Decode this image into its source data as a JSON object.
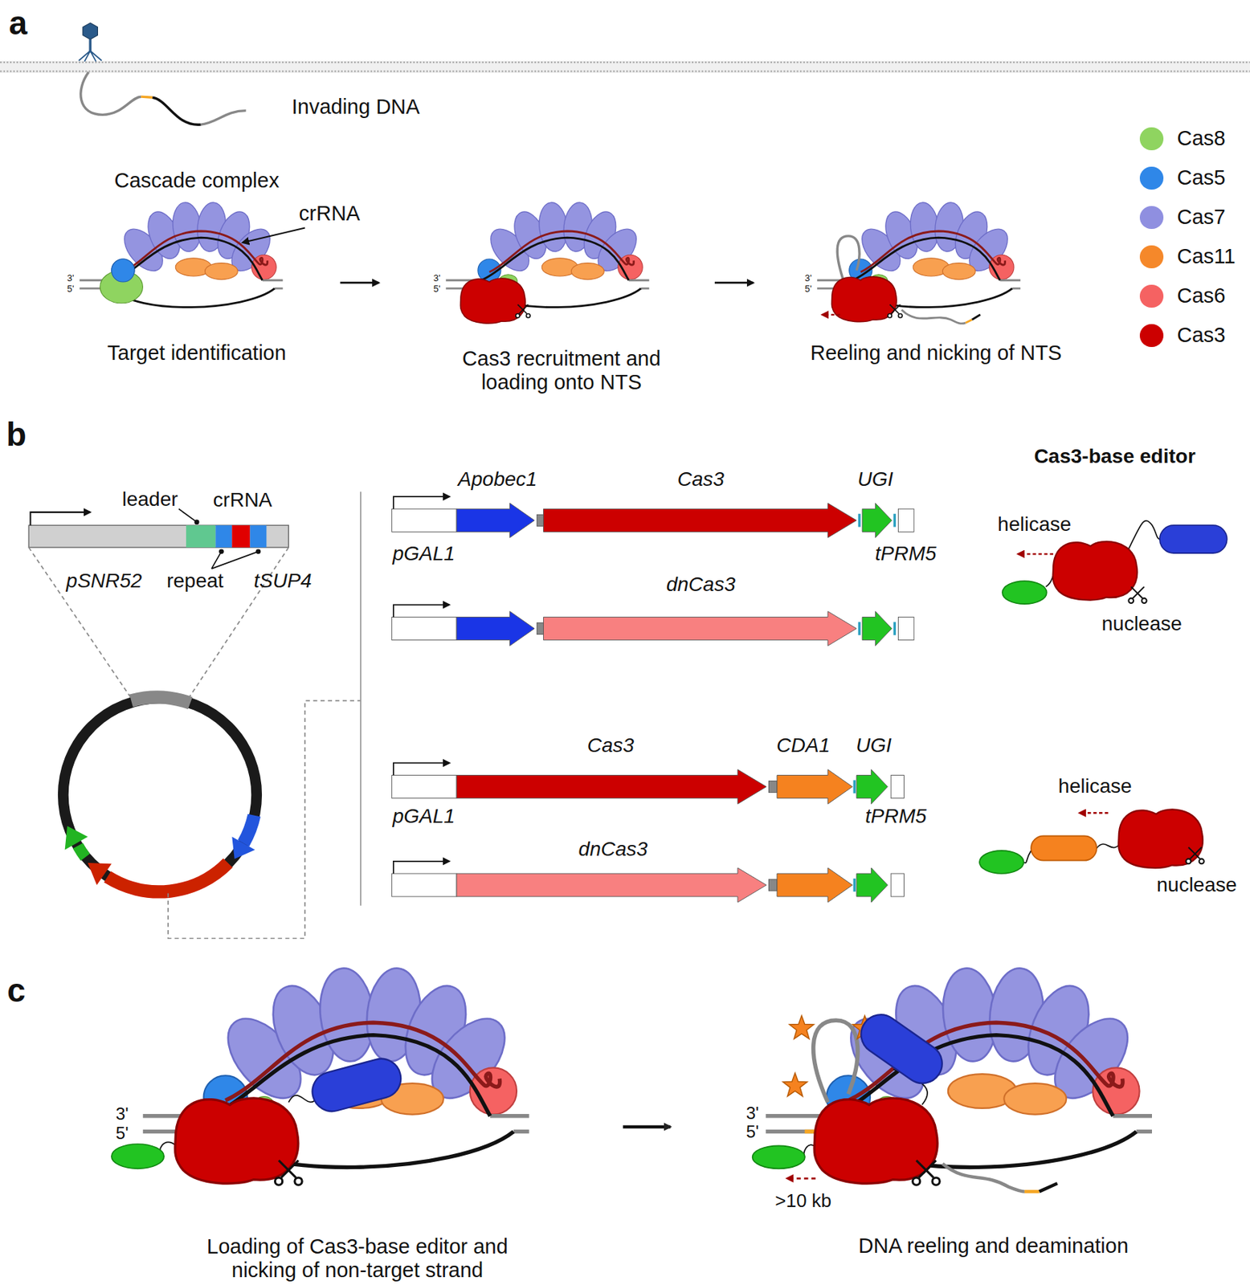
{
  "diagram": {
    "labels": [
      "a",
      "Invading DNA",
      "Cascade complex",
      "crRNA",
      "3'",
      "5'",
      "Target identification",
      "3'",
      "5'",
      "Cas3 recruitment and loading onto NTS",
      "3'",
      "5'",
      "Reeling and nicking of NTS",
      "b",
      "leader",
      "crRNA",
      "pSNR52",
      "repeat",
      "tSUP4",
      "Apobec1",
      "Cas3",
      "UGI",
      "pGAL1",
      "tPRM5",
      "dnCas3",
      "Cas3-base editor",
      "helicase",
      "nuclease",
      "Cas3",
      "CDA1",
      "UGI",
      "pGAL1",
      "tPRM5",
      "dnCas3",
      "helicase",
      "nuclease",
      "c",
      "3'",
      "5'",
      "3'",
      "5'",
      ">10 kb",
      "Loading of Cas3-base editor and nicking of non-target strand",
      "DNA reeling and deamination"
    ],
    "legend": [
      {
        "text": "Cas8",
        "color": "#8fd460"
      },
      {
        "text": "Cas5",
        "color": "#2f87e8"
      },
      {
        "text": "Cas7",
        "color": "#8f8fe0"
      },
      {
        "text": "Cas11",
        "color": "#f5882a"
      },
      {
        "text": "Cas6",
        "color": "#f56262"
      },
      {
        "text": "Cas3",
        "color": "#cc0000"
      }
    ]
  }
}
